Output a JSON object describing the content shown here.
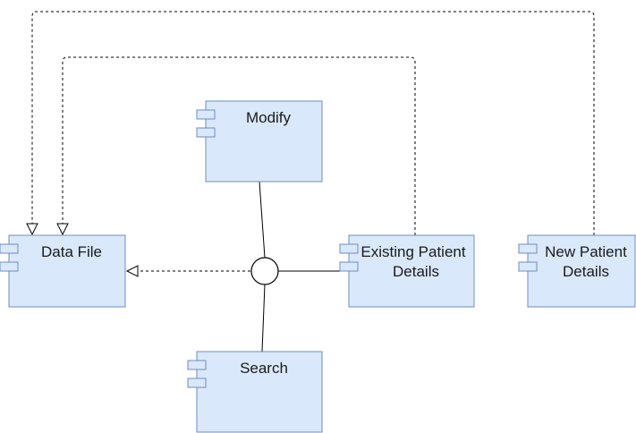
{
  "components": {
    "data_file": {
      "label": "Data File"
    },
    "modify": {
      "label": "Modify"
    },
    "search": {
      "label": "Search"
    },
    "existing_patient": {
      "label_line1": "Existing Patient",
      "label_line2": "Details"
    },
    "new_patient": {
      "label_line1": "New Patient",
      "label_line2": "Details"
    }
  },
  "colors": {
    "component_fill": "#dae8fc",
    "component_stroke": "#6c8ebf",
    "edge": "#000000"
  },
  "edges": [
    {
      "from": "hub",
      "to": "data_file",
      "style": "dashed",
      "arrow": "open-triangle"
    },
    {
      "from": "hub",
      "to": "modify",
      "style": "solid"
    },
    {
      "from": "hub",
      "to": "search",
      "style": "solid"
    },
    {
      "from": "hub",
      "to": "existing_patient",
      "style": "solid"
    },
    {
      "from": "existing_patient",
      "to": "data_file",
      "style": "dashed",
      "arrow": "open-triangle"
    },
    {
      "from": "new_patient",
      "to": "data_file",
      "style": "dashed",
      "arrow": "open-triangle"
    }
  ]
}
